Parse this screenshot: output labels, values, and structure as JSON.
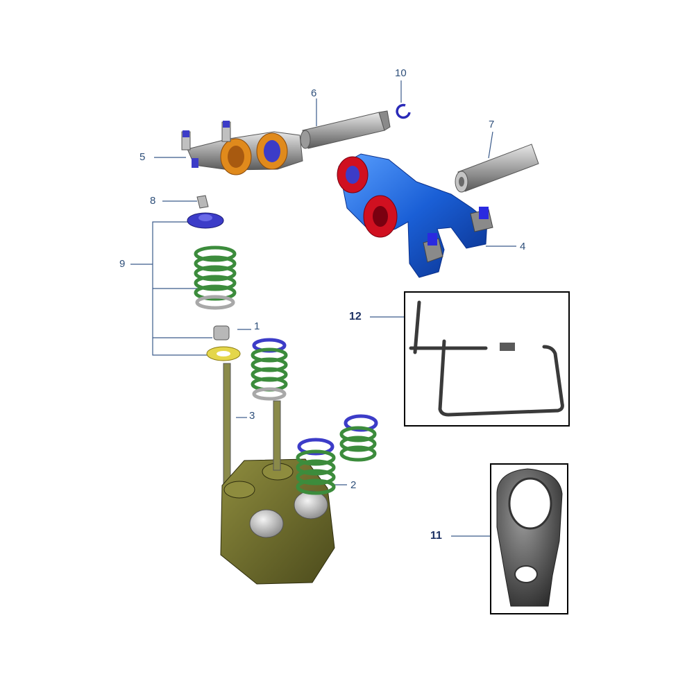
{
  "diagram": {
    "callouts": [
      {
        "id": "c1",
        "label": "1"
      },
      {
        "id": "c2",
        "label": "2"
      },
      {
        "id": "c3",
        "label": "3"
      },
      {
        "id": "c4",
        "label": "4"
      },
      {
        "id": "c5",
        "label": "5"
      },
      {
        "id": "c6",
        "label": "6"
      },
      {
        "id": "c7",
        "label": "7"
      },
      {
        "id": "c8",
        "label": "8"
      },
      {
        "id": "c9",
        "label": "9"
      },
      {
        "id": "c10",
        "label": "10"
      },
      {
        "id": "c11",
        "label": "11"
      },
      {
        "id": "c12",
        "label": "12"
      }
    ],
    "colors": {
      "callout_text": "#2e4f7a",
      "rocker_blue": "#1a5fd6",
      "rocker_red": "#d01020",
      "rocker_orange": "#e08a1c",
      "spring_green": "#3c8c3c",
      "head_olive": "#6b6a2a",
      "valve_silver": "#c8c8c8",
      "adjuster_violet": "#3c3cc8"
    }
  }
}
